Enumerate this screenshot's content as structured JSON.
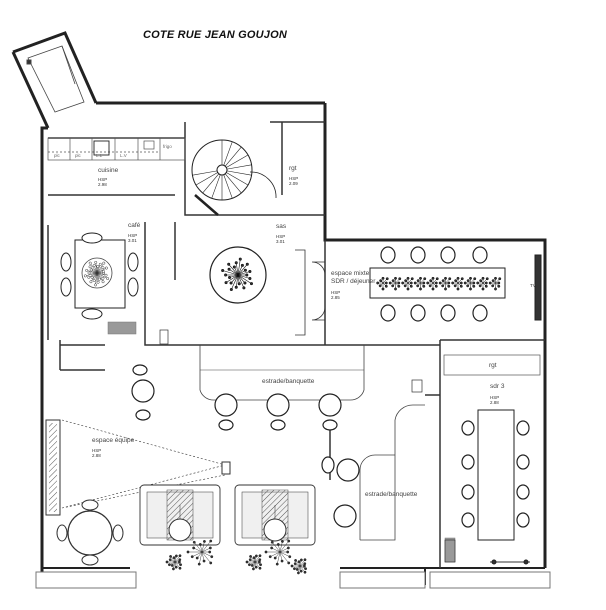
{
  "title": "COTE RUE JEAN GOUJON",
  "rooms": {
    "cuisine": {
      "name": "cuisine",
      "code": "HSP",
      "value": "2.98"
    },
    "rgt_top": {
      "name": "rgt",
      "code": "HSP",
      "value": "2.09"
    },
    "cafe": {
      "name": "café",
      "code": "HSP",
      "value": "3.01"
    },
    "sas": {
      "name": "sas",
      "code": "HSP",
      "value": "3.01"
    },
    "espace_mixte": {
      "name_line1": "espace mixte",
      "name_line2": "SDR / déjeuner",
      "code": "HSP",
      "value": "2.85"
    },
    "rgt_right": {
      "name": "rgt"
    },
    "sdr3": {
      "name": "sdr 3",
      "code": "HSP",
      "value": "2.88"
    },
    "espace_equipe": {
      "name": "espace équipe",
      "code": "HSP",
      "value": "2.88"
    },
    "estrade_top": {
      "name": "estrade/banquette"
    },
    "estrade_right": {
      "name": "estrade/banquette"
    }
  },
  "kitchen_units": [
    "plc",
    "plc",
    "L.L",
    "L.V",
    "frigo"
  ],
  "tv_label": "TV"
}
